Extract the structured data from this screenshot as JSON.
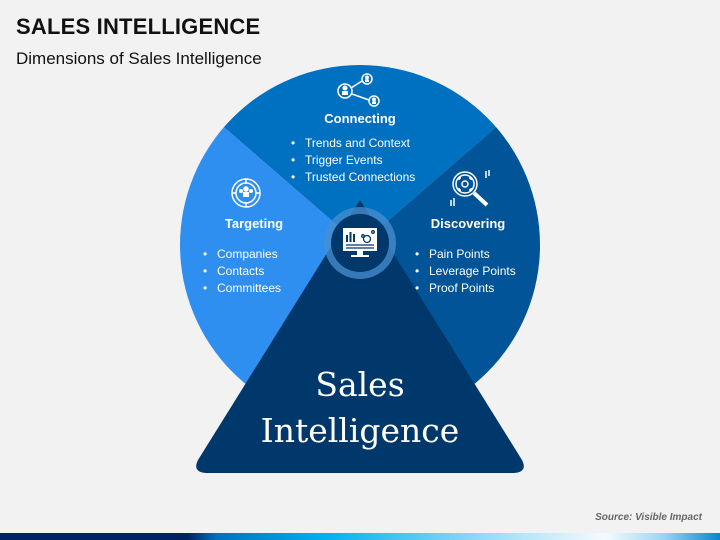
{
  "header": {
    "title": "SALES INTELLIGENCE",
    "subtitle": "Dimensions of Sales Intelligence"
  },
  "diagram": {
    "center_label_line1": "Sales",
    "center_label_line2": "Intelligence",
    "center_icon": "monitor-analytics-icon",
    "segments": [
      {
        "name": "Connecting",
        "icon": "network-people-icon",
        "color": "#0070c0",
        "items": [
          "Trends and Context",
          "Trigger Events",
          "Trusted Connections"
        ]
      },
      {
        "name": "Targeting",
        "icon": "target-people-icon",
        "color": "#2e8ff0",
        "items": [
          "Companies",
          "Contacts",
          "Committees"
        ]
      },
      {
        "name": "Discovering",
        "icon": "magnifier-focus-icon",
        "color": "#005497",
        "items": [
          "Pain Points",
          "Leverage Points",
          "Proof Points"
        ]
      }
    ],
    "triangle_color": "#01386b"
  },
  "footer": {
    "source": "Source: Visible Impact"
  }
}
